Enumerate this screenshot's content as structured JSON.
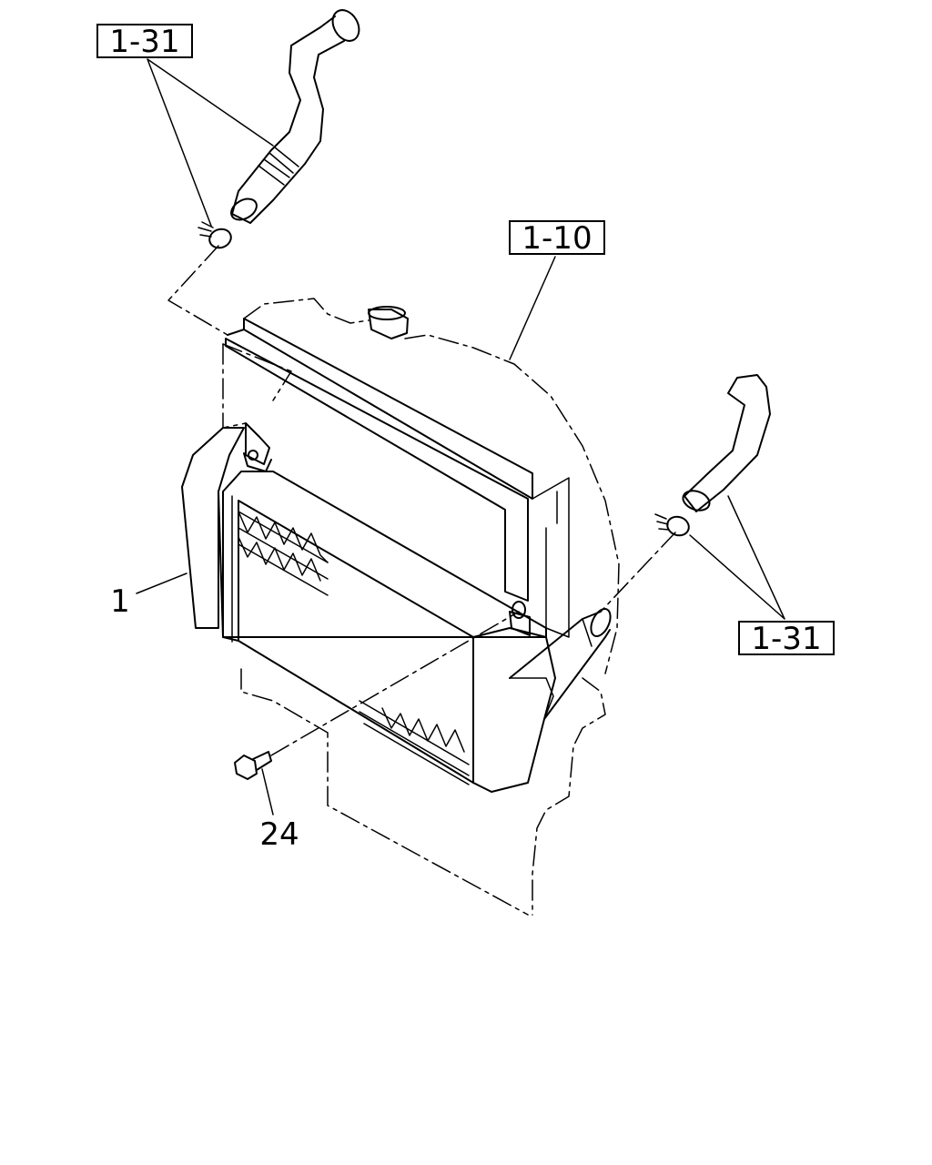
{
  "callouts": {
    "upper_hose_ref": "1-31",
    "radiator_ref": "1-10",
    "lower_hose_ref": "1-31",
    "part_radiator": "1",
    "part_bolt": "24"
  }
}
